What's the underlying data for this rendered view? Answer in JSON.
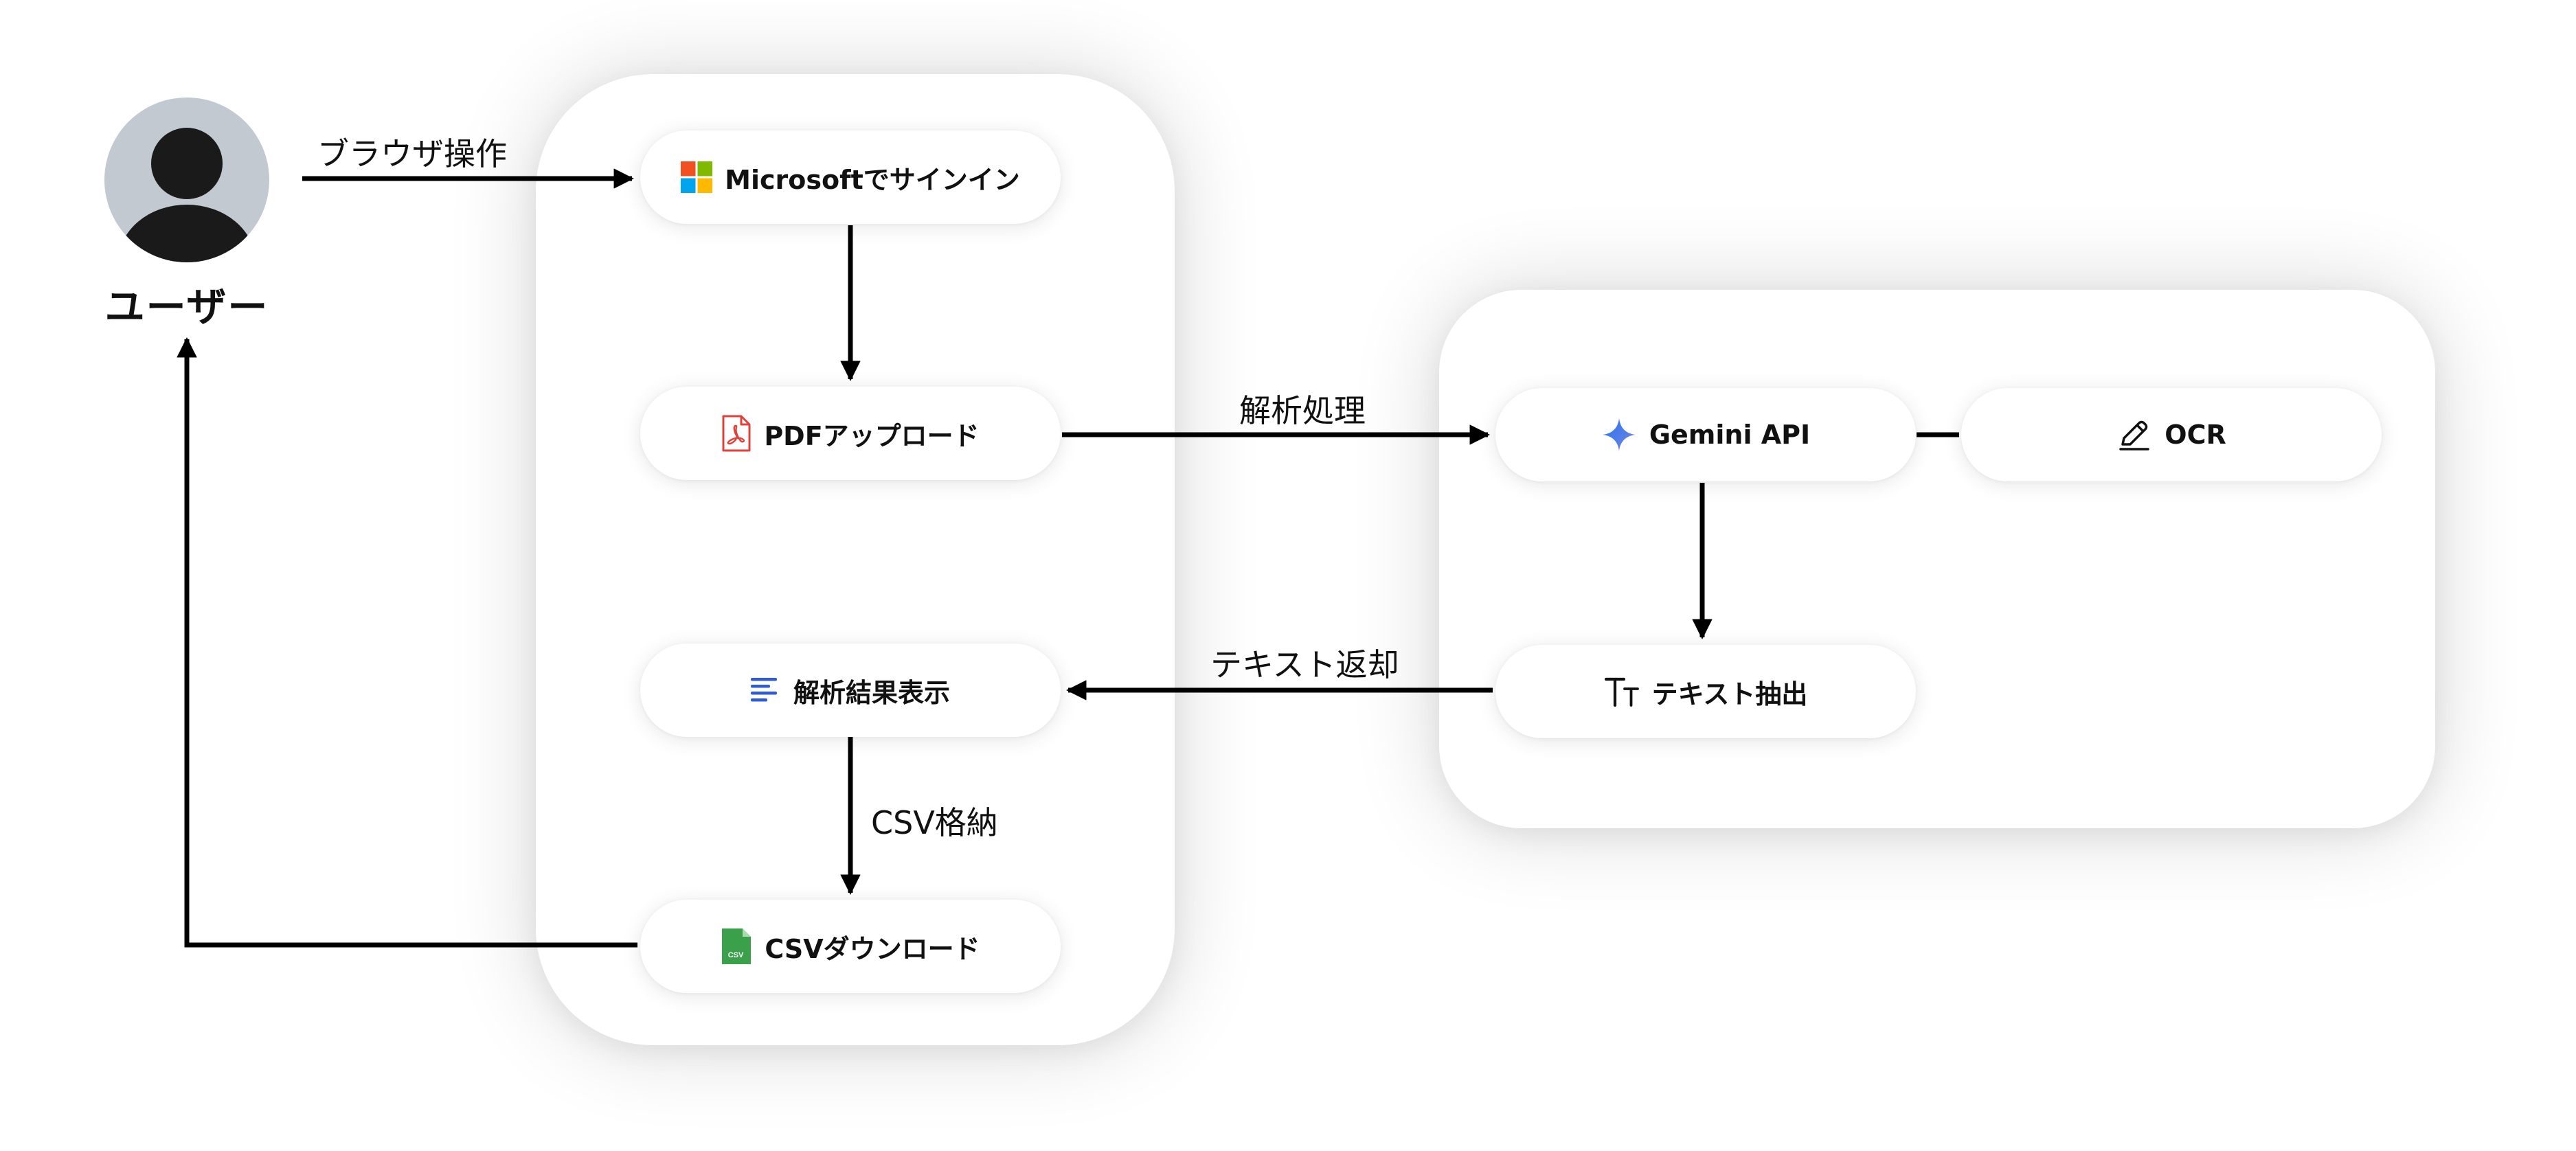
{
  "user": {
    "name": "ユーザー"
  },
  "edges": {
    "browser_operation": "ブラウザ操作",
    "analysis_processing": "解析処理",
    "text_return": "テキスト返却",
    "csv_storage": "CSV格納"
  },
  "app_nodes": {
    "signin": {
      "label": "Microsoftでサインイン",
      "icon": "microsoft-logo-icon"
    },
    "upload": {
      "label": "PDFアップロード",
      "icon": "pdf-file-icon"
    },
    "result": {
      "label": "解析結果表示",
      "icon": "text-lines-icon"
    },
    "download": {
      "label": "CSVダウンロード",
      "icon": "csv-file-icon"
    }
  },
  "ai_nodes": {
    "gemini": {
      "label": "Gemini API",
      "icon": "gemini-sparkle-icon"
    },
    "ocr": {
      "label": "OCR",
      "icon": "pencil-icon"
    },
    "extract": {
      "label": "テキスト抽出",
      "icon": "text-size-icon"
    }
  },
  "colors": {
    "ms_red": "#f25022",
    "ms_green": "#7fba00",
    "ms_blue": "#00a4ef",
    "ms_yellow": "#ffb900",
    "pdf_red": "#e0413a",
    "text_icon_blue": "#2f5bd8",
    "csv_green": "#3aa14a",
    "gemini_blue": "#3d6ee8",
    "avatar_bg": "#c3c9d1",
    "avatar_fg": "#1a1a1a",
    "edge": "#000000"
  }
}
